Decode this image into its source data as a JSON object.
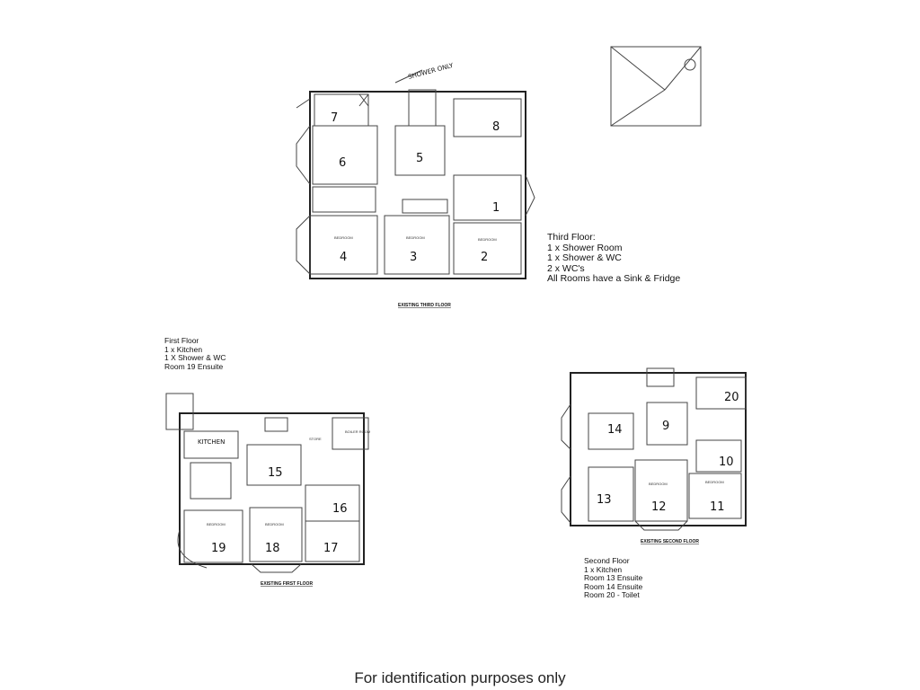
{
  "third_floor": {
    "title": "EXISTING THIRD FLOOR",
    "annotation": "SHOWER ONLY",
    "notes": [
      "Third Floor:",
      "1 x Shower Room",
      "1 x Shower & WC",
      "2 x WC's",
      "All Rooms have a Sink & Fridge"
    ],
    "rooms": [
      "7",
      "8",
      "6",
      "5",
      "1",
      "4",
      "3",
      "2"
    ],
    "room_label": "BEDROOM"
  },
  "first_floor": {
    "title": "EXISTING FIRST FLOOR",
    "notes": [
      "First Floor",
      "1 x Kitchen",
      "1 X Shower & WC",
      "Room 19 Ensuite"
    ],
    "kitchen": "KITCHEN",
    "store": "STORE",
    "boiler": "BOILER ROOM",
    "rooms": [
      "15",
      "16",
      "19",
      "18",
      "17"
    ],
    "room_label": "BEDROOM"
  },
  "second_floor": {
    "title": "EXISTING SECOND FLOOR",
    "notes": [
      "Second Floor",
      "1 x Kitchen",
      "Room 13 Ensuite",
      "Room 14 Ensuite",
      "Room 20 - Toilet"
    ],
    "rooms": [
      "14",
      "9",
      "20",
      "10",
      "13",
      "12",
      "11"
    ],
    "room_label": "BEDROOM"
  },
  "footer": "For identification purposes only"
}
